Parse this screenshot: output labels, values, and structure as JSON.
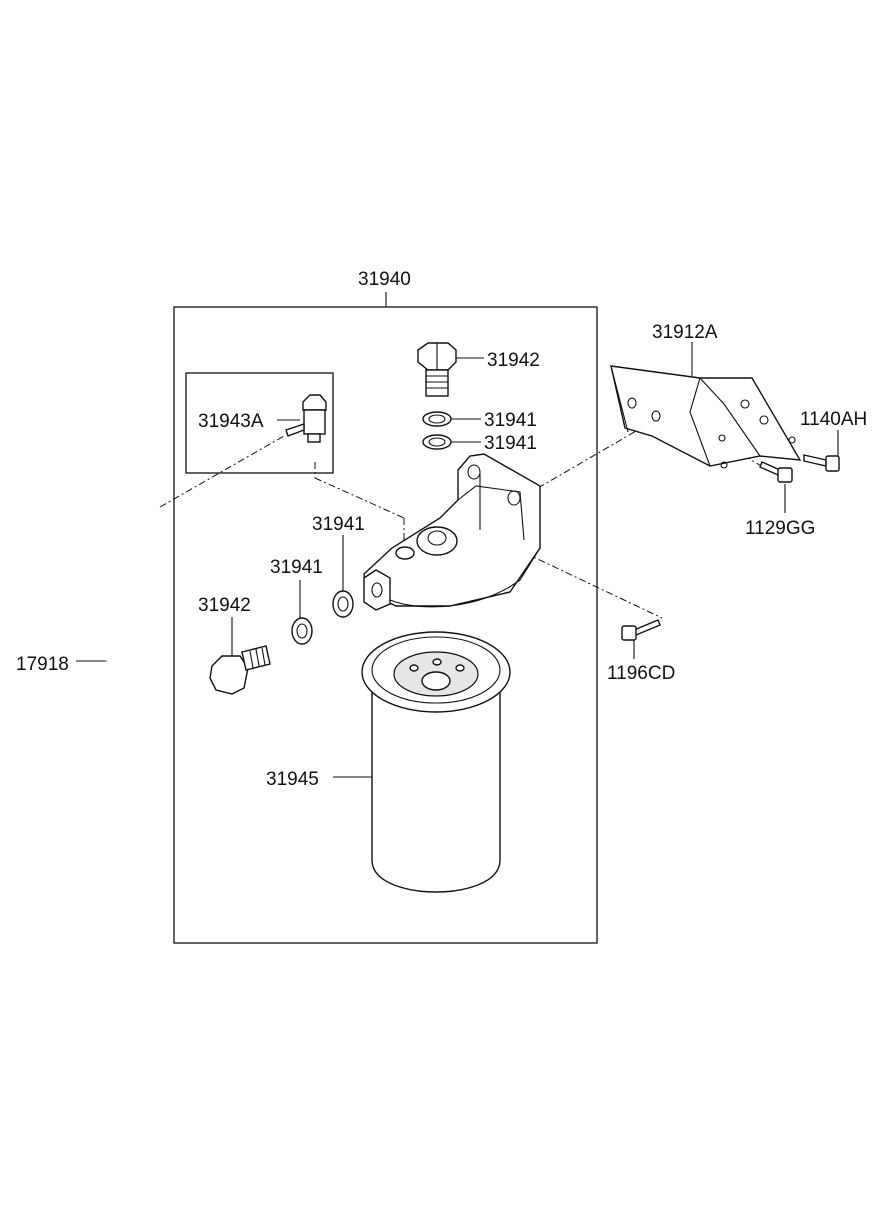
{
  "diagram": {
    "labels": {
      "assembly": "31940",
      "bracket": "31912A",
      "bolt_top": "31942",
      "washer_top_1": "31941",
      "washer_top_2": "31941",
      "air_vent": "31943A",
      "bolt_1140": "1140AH",
      "bolt_1129": "1129GG",
      "washer_mid_1": "31941",
      "washer_mid_2": "31941",
      "bolt_left": "31942",
      "hose": "17918",
      "bolt_1196": "1196CD",
      "filter": "31945"
    }
  }
}
